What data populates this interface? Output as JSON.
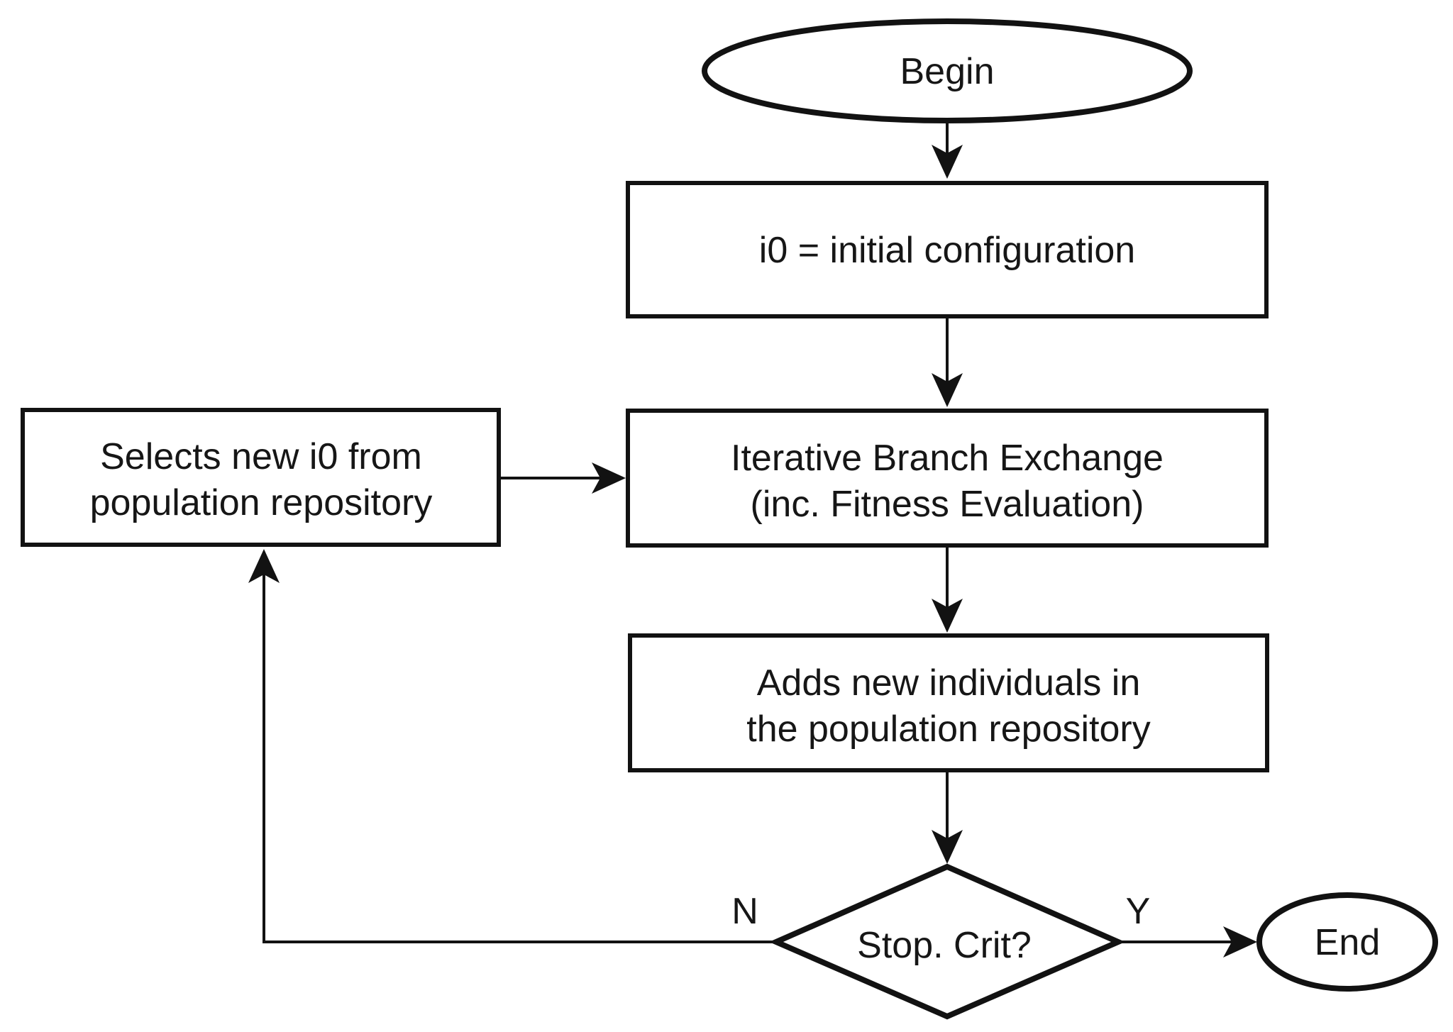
{
  "diagram": {
    "type": "flowchart",
    "colors": {
      "background": "#ffffff",
      "stroke": "#121212",
      "node_fill": "#ffffff",
      "text": "#161616"
    },
    "nodes": {
      "begin": {
        "shape": "ellipse",
        "label": "Begin"
      },
      "init_config": {
        "shape": "process",
        "label": "i0 = initial configuration"
      },
      "branch_exchange": {
        "shape": "process",
        "label_line1": "Iterative Branch Exchange",
        "label_line2": "(inc. Fitness Evaluation)"
      },
      "add_individuals": {
        "shape": "process",
        "label_line1": "Adds new individuals in",
        "label_line2": "the population repository"
      },
      "select_new": {
        "shape": "process",
        "label_line1": "Selects new i0 from",
        "label_line2": "population repository"
      },
      "stop_criterion": {
        "shape": "decision",
        "label": "Stop. Crit?"
      },
      "end": {
        "shape": "ellipse",
        "label": "End"
      }
    },
    "edge_labels": {
      "no": "N",
      "yes": "Y"
    }
  }
}
